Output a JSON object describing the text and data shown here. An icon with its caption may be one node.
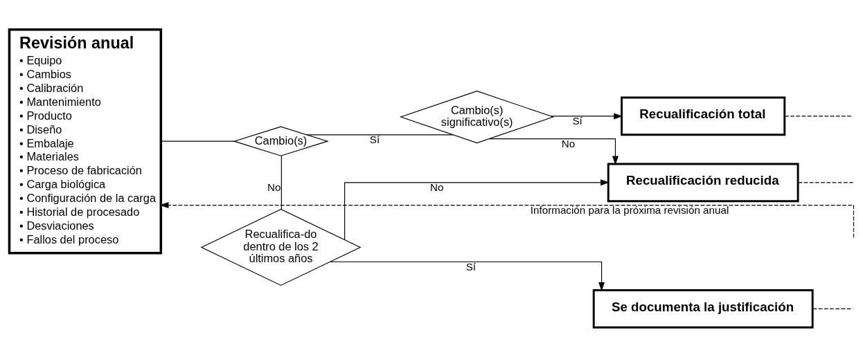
{
  "diagram": {
    "nodes": [
      {
        "text": [
          "Revisión anual",
          "• Equipo",
          "• Cambios",
          "• Calibración",
          "• Mantenimiento",
          "• Producto",
          "• Diseño",
          "• Embalaje",
          "• Materiales",
          "• Proceso de fabricación",
          "• Carga biológica",
          "• Configuración de la carga",
          "• Historial de procesado",
          "• Desviaciones",
          "• Fallos del proceso"
        ]
      },
      {
        "text": [
          "Cambio(s)"
        ]
      },
      {
        "text": [
          "Cambio(s) significativo(s)"
        ]
      },
      {
        "text": [
          "Recualificación total"
        ]
      },
      {
        "text": [
          "Recualifica-do dentro de los 2 últimos años"
        ]
      },
      {
        "text": [
          "Recualificación reducida"
        ]
      },
      {
        "text": [
          "Se documenta la justificación"
        ]
      }
    ],
    "edges": [
      {
        "from": 0,
        "to": 1,
        "arrow": "none"
      },
      {
        "from": 1,
        "to": 2,
        "arrow": "none",
        "label": "Sí"
      },
      {
        "from": 2,
        "to": 3,
        "arrow": "to",
        "label": "Sí"
      },
      {
        "from": 1,
        "to": 4,
        "arrow": "none",
        "label": "No"
      },
      {
        "from": 2,
        "to": 5,
        "arrow": "to",
        "label": "No"
      },
      {
        "from": 4,
        "to": 5,
        "arrow": "to",
        "label": "No"
      },
      {
        "from": 4,
        "to": 6,
        "arrow": "to",
        "label": "Sí"
      },
      {
        "from": 3,
        "to": null,
        "arrow": "none",
        "style": "dashed"
      },
      {
        "from": 5,
        "to": null,
        "arrow": "none",
        "style": "dashed"
      },
      {
        "from": 6,
        "to": null,
        "arrow": "none",
        "style": "dashed"
      },
      {
        "from": null,
        "to": 0,
        "arrow": "to",
        "style": "dashed",
        "label": "Información para la próxima revisión anual"
      }
    ]
  }
}
